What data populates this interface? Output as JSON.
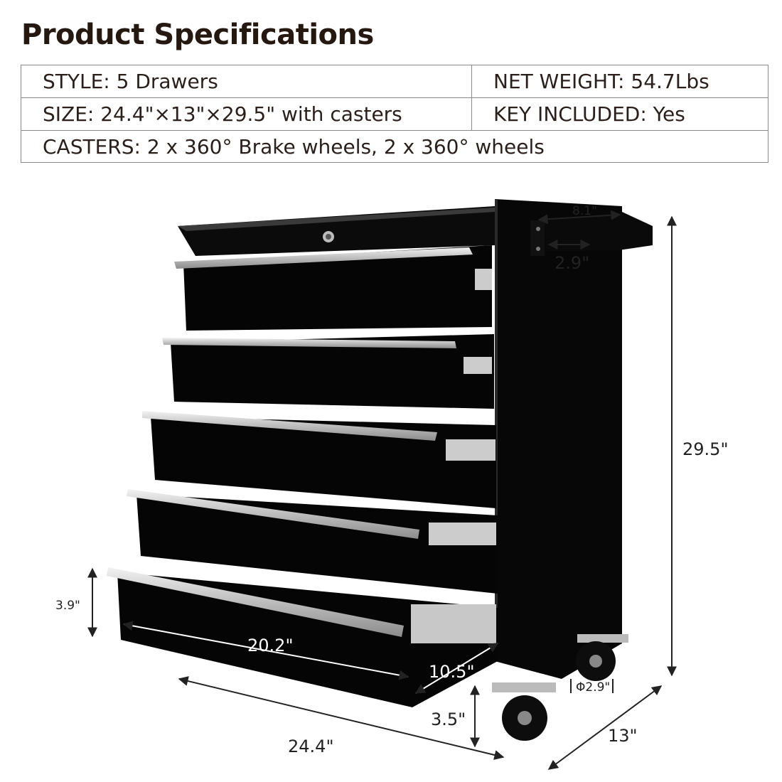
{
  "title": "Product Specifications",
  "specs": {
    "style": "STYLE: 5 Drawers",
    "net_weight": "NET WEIGHT: 54.7Lbs",
    "size": "SIZE: 24.4\"×13\"×29.5\" with casters",
    "key": "KEY INCLUDED: Yes",
    "casters": "CASTERS: 2 x 360° Brake wheels, 2 x 360° wheels"
  },
  "dimensions": {
    "handle_length": "8.1\"",
    "handle_width": "2.9\"",
    "height": "29.5\"",
    "drawer_depth": "3.9\"",
    "drawer_width": "20.2\"",
    "drawer_length": "10.5\"",
    "wheel_diameter": "Φ2.9\"",
    "caster_height": "3.5\"",
    "width": "24.4\"",
    "depth": "13\""
  },
  "colors": {
    "cabinet": "#050505",
    "handle_bar": "#cfcfcf",
    "text": "#2a1f1a"
  }
}
